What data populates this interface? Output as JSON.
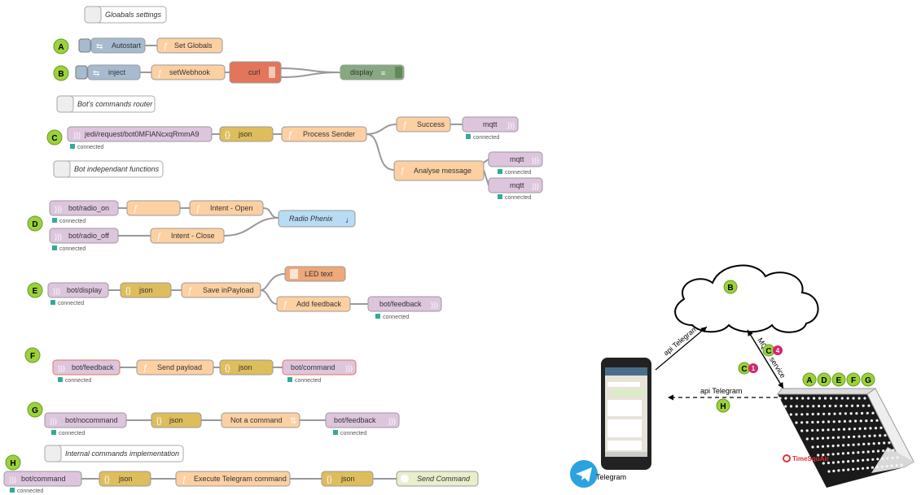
{
  "colors": {
    "mqtt": "#dec5de",
    "function": "#fdd0a2",
    "json": "#debd5c",
    "inject": "#a6bbcf",
    "exec": "#e2755b",
    "debug": "#87a980",
    "template": "#efa879",
    "link": "#ddd",
    "telegram_node": "#b7dcf4",
    "badge_green": "#9bd23c",
    "badge_pink": "#d6246e"
  },
  "comments": {
    "globals": "Gloabals settings",
    "router": "Bot's commands router",
    "independent": "Bot independant functions",
    "internal": "Internal commands implementation"
  },
  "status_text": "connected",
  "badges": [
    "A",
    "B",
    "C",
    "D",
    "E",
    "F",
    "G",
    "H"
  ],
  "rowA": {
    "inject": "Autostart",
    "fn": "Set Globals"
  },
  "rowB": {
    "inject": "inject",
    "fn": "setWebhook",
    "exec": "curl",
    "debug": "display"
  },
  "rowC": {
    "mqtt_in": "jedi/request/bot0MFlANcxqRmmA9",
    "json": "json",
    "fn": "Process Sender",
    "success": "Success",
    "mqtt_out1": "mqtt",
    "analyse": "Analyse message",
    "mqtt_out2": "mqtt",
    "mqtt_out3": "mqtt"
  },
  "rowD": {
    "mqtt_on": "bot/radio_on",
    "fn_blank": "",
    "intent_open": "Intent - Open",
    "radio": "Radio Phenix",
    "mqtt_off": "bot/radio_off",
    "intent_close": "Intent - Close"
  },
  "rowE": {
    "mqtt_in": "bot/display",
    "json": "json",
    "fn": "Save inPayload",
    "led": "LED text",
    "feedback_fn": "Add feedback",
    "mqtt_out": "bot/feedback"
  },
  "rowF": {
    "mqtt_in": "bot/feedback",
    "fn": "Send payload",
    "json": "json",
    "mqtt_out": "bot/command"
  },
  "rowG": {
    "mqtt_in": "bot/nocommand",
    "json": "json",
    "fn": "Not a command",
    "mqtt_out": "bot/feedback"
  },
  "rowH": {
    "mqtt_in": "bot/command",
    "json1": "json",
    "fn": "Execute Telegram command",
    "json2": "json",
    "out": "Send Command"
  },
  "arch": {
    "api_up": "api Telegram",
    "api_down": "api Telegram",
    "mqtt": "MQTT service",
    "cloud_badge": "B",
    "h_badge": "H",
    "c_badge": "C",
    "c_num_top": "4",
    "c_num_bottom": "1",
    "device_badges": [
      "A",
      "D",
      "E",
      "F",
      "G"
    ],
    "telegram_label": "Telegram",
    "brand": "TimeSquAir"
  }
}
